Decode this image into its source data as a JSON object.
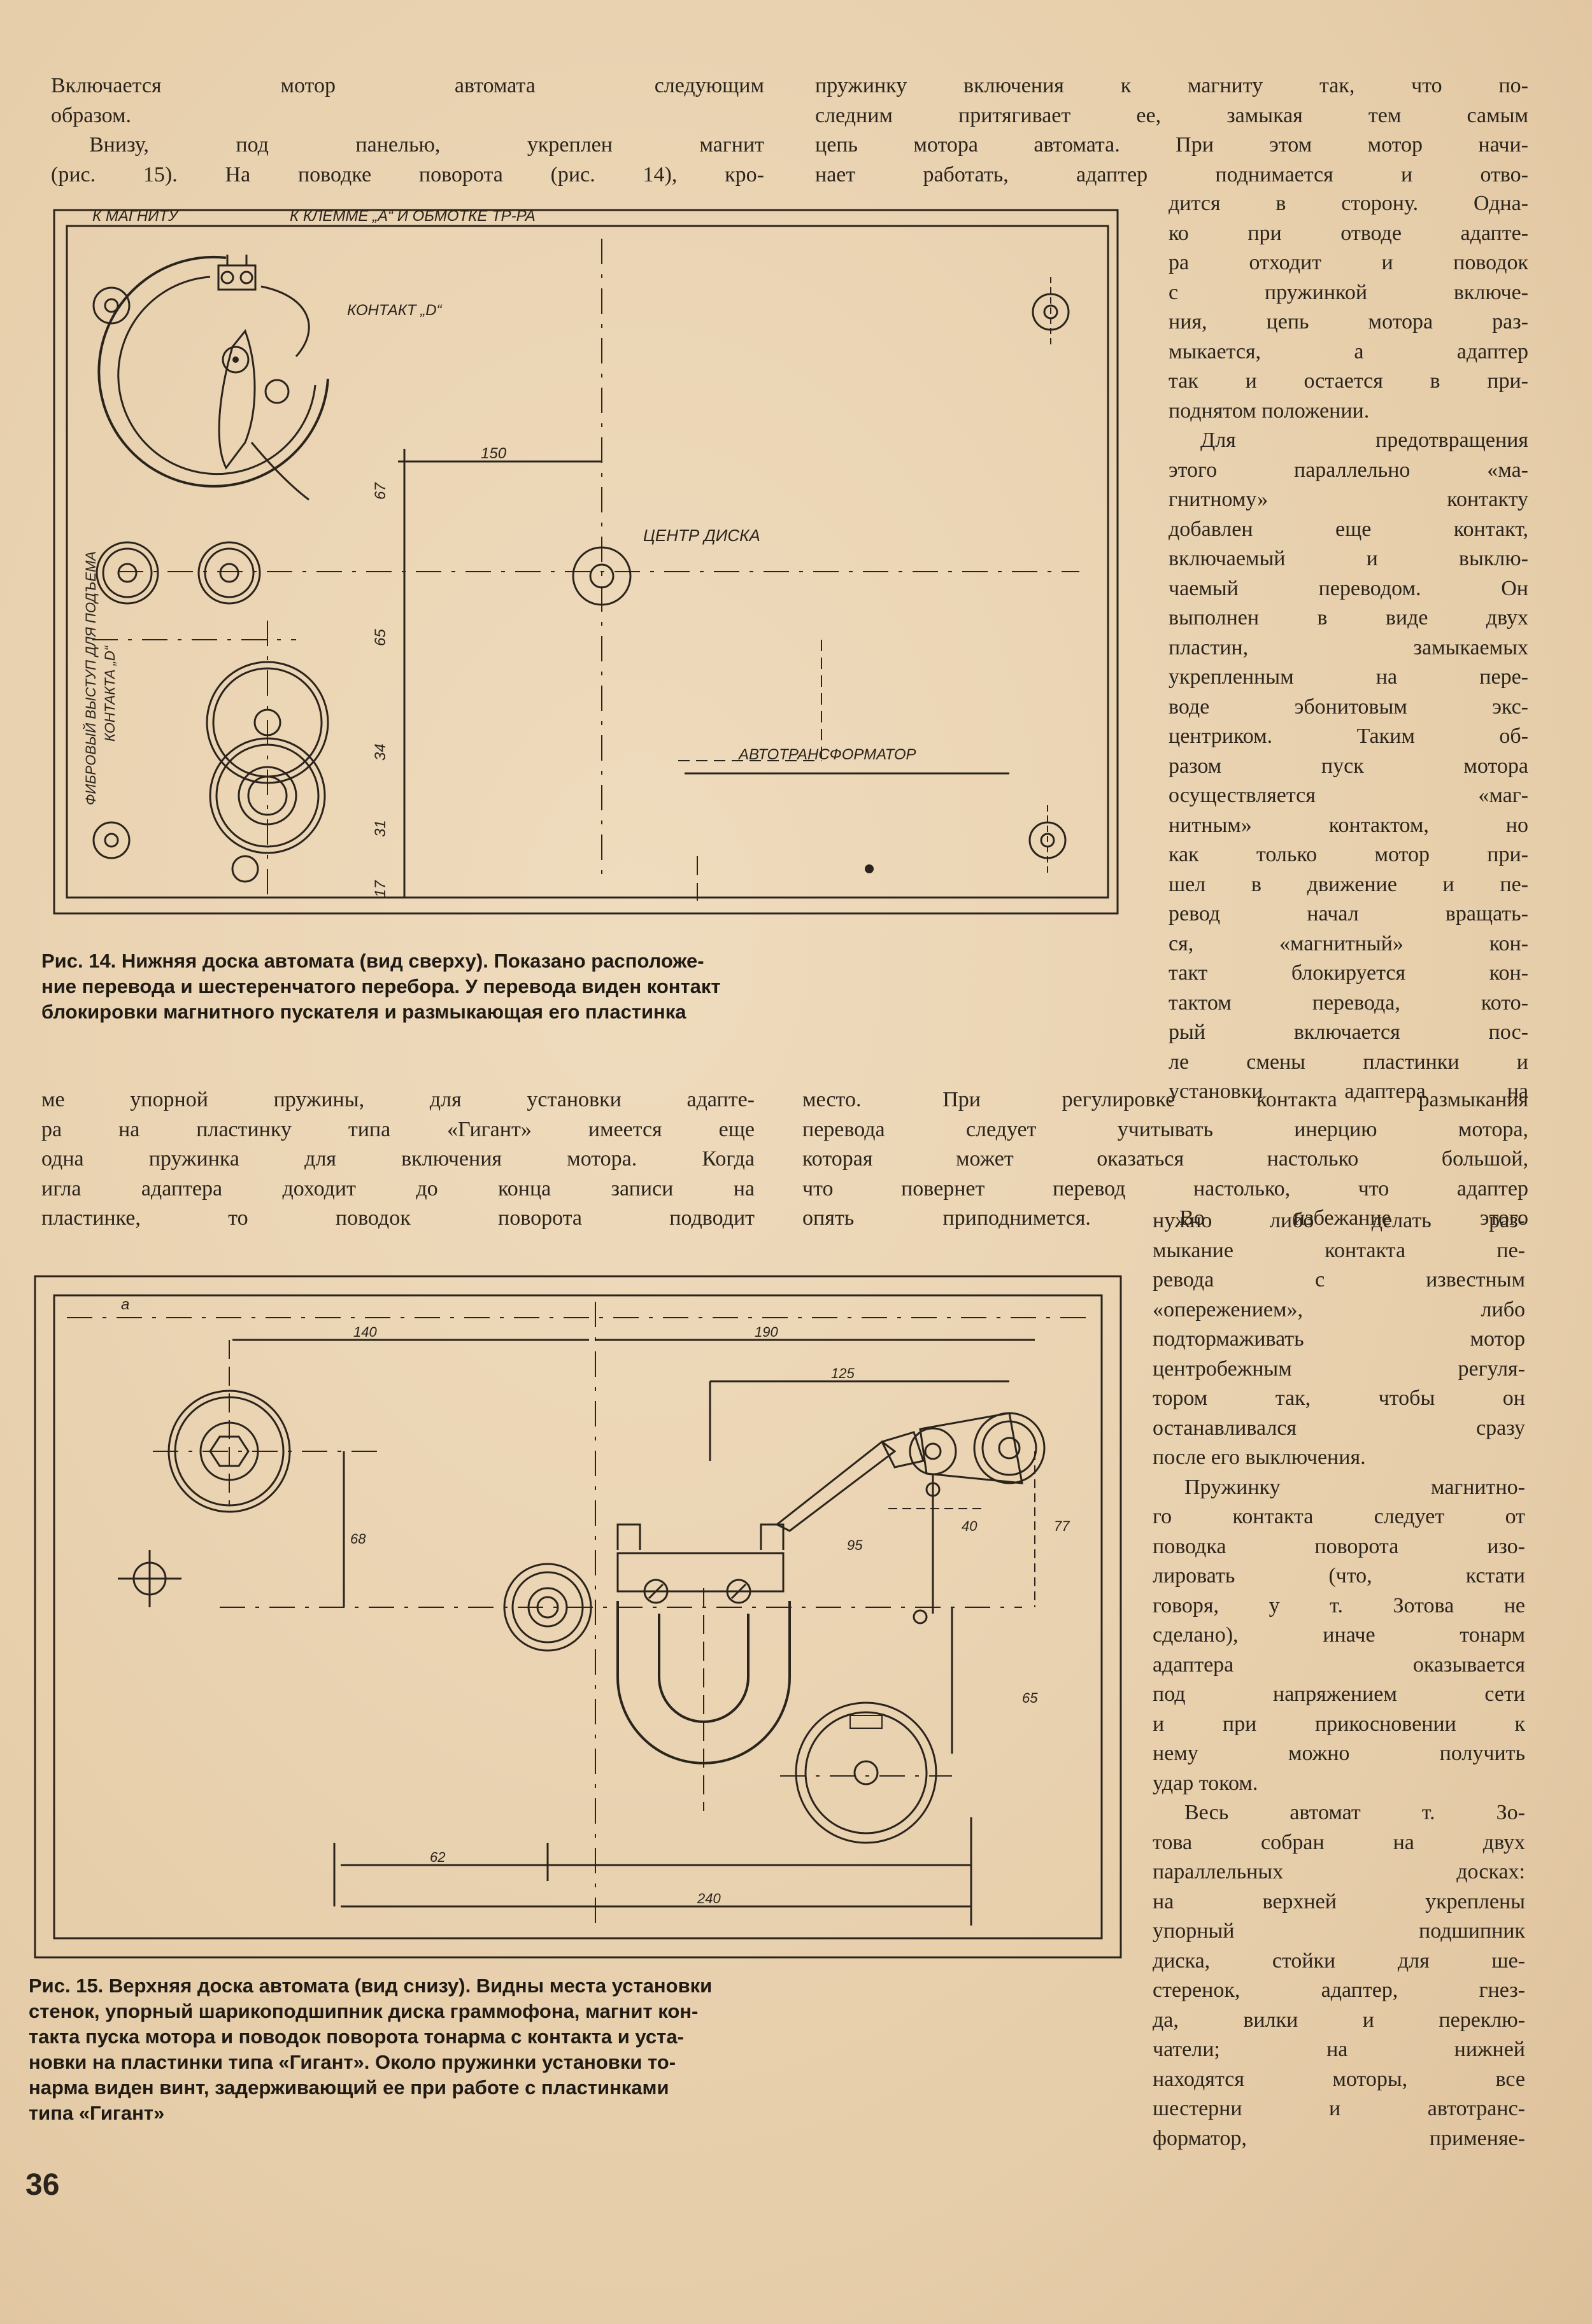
{
  "page_number": "36",
  "col1_top": [
    "Включается мотор автомата следующим",
    "образом.",
    "Внизу, под панелью, укреплен магнит",
    "(рис. 15). На поводке поворота (рис. 14), кро-"
  ],
  "col2_top": [
    "пружинку включения к магниту так, что по-",
    "следним притягивает ее, замыкая тем самым",
    "цепь мотора автомата. При этом мотор начи-",
    "нает работать, адаптер поднимается и отво-"
  ],
  "col3_mid": [
    "дится в сторону. Одна-",
    "ко при отводе адапте-",
    "ра отходит и поводок",
    "с пружинкой включе-",
    "ния, цепь мотора раз-",
    "мыкается, а адаптер",
    "так и остается в при-",
    "поднятом положении.",
    "Для предотвращения",
    "этого параллельно «ма-",
    "гнитному» контакту",
    "добавлен еще контакт,",
    "включаемый и выклю-",
    "чаемый переводом. Он",
    "выполнен в виде двух",
    "пластин, замыкаемых",
    "укрепленным на пере-",
    "воде эбонитовым экс-",
    "центриком. Таким об-",
    "разом пуск мотора",
    "осуществляется «маг-",
    "нитным» контактом, но",
    "как только мотор при-",
    "шел в движение и пе-",
    "ревод начал вращать-",
    "ся, «магнитный» кон-",
    "такт блокируется кон-",
    "тактом перевода, кото-",
    "рый включается пос-",
    "ле смены пластинки и",
    "установки адаптера на"
  ],
  "fig14_caption": [
    "Рис. 14. Нижняя доска автомата (вид сверху). Показано расположе-",
    "ние перевода и шестеренчатого перебора. У перевода виден контакт",
    "блокировки магнитного пускателя и размыкающая его пластинка"
  ],
  "col1_middle": [
    "ме упорной пружины, для установки адапте-",
    "ра на пластинку типа «Гигант» имеется еще",
    "одна пружинка для включения мотора. Когда",
    "игла адаптера доходит до конца записи на",
    "пластинке, то поводок поворота подводит"
  ],
  "col2_middle": [
    "место. При регулировке контакта размыкания",
    "перевода следует учитывать инерцию мотора,",
    "которая может оказаться настолько большой,",
    "что повернет перевод настолько, что адаптер",
    "опять приподнимется. Во избежание этого"
  ],
  "col3_bottom": [
    "нужно либо делать раз-",
    "мыкание контакта пе-",
    "ревода с известным",
    "«опережением», либо",
    "подтормаживать мотор",
    "центробежным регуля-",
    "тором так, чтобы он",
    "останавливался сразу",
    "после его выключения.",
    "Пружинку магнитно-",
    "го контакта следует от",
    "поводка поворота изо-",
    "лировать (что, кстати",
    "говоря, у т. Зотова не",
    "сделано), иначе тонарм",
    "адаптера оказывается",
    "под напряжением сети",
    "и при прикосновении к",
    "нему можно получить",
    "удар током.",
    "Весь автомат т. Зо-",
    "това собран на двух",
    "параллельных досках:",
    "на верхней укреплены",
    "упорный подшипник",
    "диска, стойки для ше-",
    "стеренок, адаптер, гнез-",
    "да, вилки и переклю-",
    "чатели; на нижней",
    "находятся моторы, все",
    "шестерни и автотранс-",
    "форматор, применяе-"
  ],
  "fig15_caption": [
    "Рис. 15. Верхняя доска автомата (вид снизу). Видны места установки",
    "стенок, упорный шарикоподшипник диска граммофона, магнит кон-",
    "такта пуска мотора и поводок поворота тонарма с контакта и уста-",
    "новки на пластинки типа «Гигант». Около пружинки установки то-",
    "нарма виден винт, задерживающий ее при работе с пластинками",
    "типа «Гигант»"
  ],
  "fig14_labels": {
    "k_magnitu": "К МАГНИТУ",
    "k_klemme": "К КЛЕММЕ „А“ И ОБМОТКЕ ТР-РА",
    "kontakt_d": "КОНТАКТ „D“",
    "centr_diska": "ЦЕНТР ДИСКА",
    "avtotransformator": "АВТОТРАНСФОРМАТОР",
    "fibrovyi": "ФИБРОВЫЙ ВЫСТУП ДЛЯ ПОДЪЕМА",
    "kontakta_d": "КОНТАКТА „D“",
    "dim_150": "150",
    "dim_67": "67",
    "dim_65": "65",
    "dim_34": "34",
    "dim_31": "31",
    "dim_17": "17"
  },
  "fig15_labels": {
    "mark_a": "а",
    "dim_140": "140",
    "dim_190": "190",
    "dim_125": "125",
    "dim_68": "68",
    "dim_95": "95",
    "dim_40": "40",
    "dim_77": "77",
    "dim_65": "65",
    "dim_62": "62",
    "dim_240": "240"
  }
}
